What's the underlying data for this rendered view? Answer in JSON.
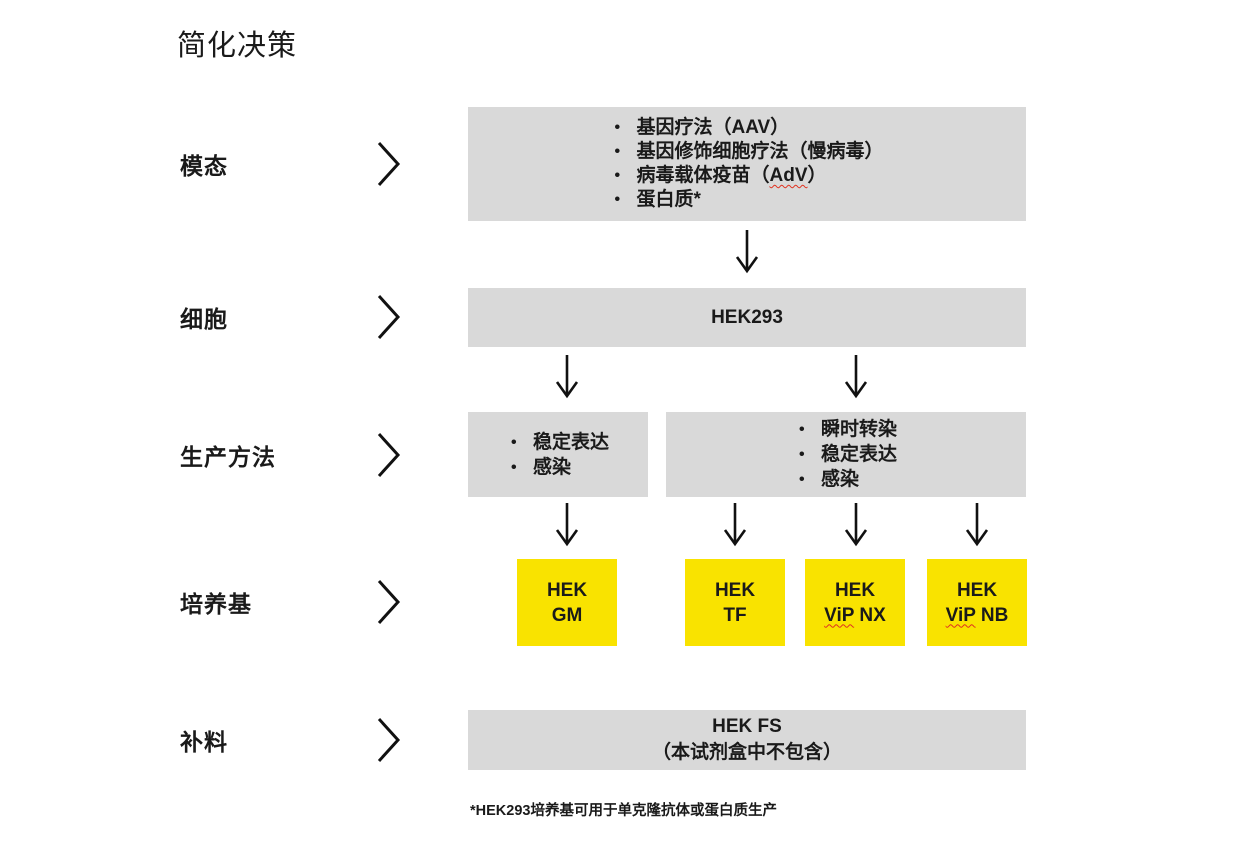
{
  "title": "简化决策",
  "rows": [
    {
      "label": "模态"
    },
    {
      "label": "细胞"
    },
    {
      "label": "生产方法"
    },
    {
      "label": "培养基"
    },
    {
      "label": "补料"
    }
  ],
  "modality_box": {
    "bullet1": "基因疗法（AAV）",
    "bullet2": "基因修饰细胞疗法（慢病毒）",
    "bullet3_pre": "病毒载体疫苗（",
    "bullet3_spellchecked": "AdV",
    "bullet3_post": "）",
    "bullet4": "蛋白质*"
  },
  "cell_box": {
    "label": "HEK293"
  },
  "production_left_box": {
    "bullet1": "稳定表达",
    "bullet2": "感染"
  },
  "production_right_box": {
    "bullet1": "瞬时转染",
    "bullet2": "稳定表达",
    "bullet3": "感染"
  },
  "media_boxes": [
    {
      "line1": "HEK",
      "line2": "GM"
    },
    {
      "line1": "HEK",
      "line2": "TF"
    },
    {
      "line1": "HEK",
      "line2_spellchecked": "ViP",
      "line2_rest": " NX"
    },
    {
      "line1": "HEK",
      "line2_spellchecked": "ViP",
      "line2_rest": " NB"
    }
  ],
  "feed_box": {
    "line1": "HEK FS",
    "line2": "（本试剂盒中不包含）"
  },
  "footnote": "*HEK293培养基可用于单克隆抗体或蛋白质生产",
  "icons": {
    "chevron_right": "❯",
    "arrow_down": "↓"
  },
  "colors": {
    "box_gray": "#d9d9d9",
    "accent_yellow": "#f9e300",
    "text": "#1a1a1a",
    "spellcheck_red": "#e0311f"
  }
}
